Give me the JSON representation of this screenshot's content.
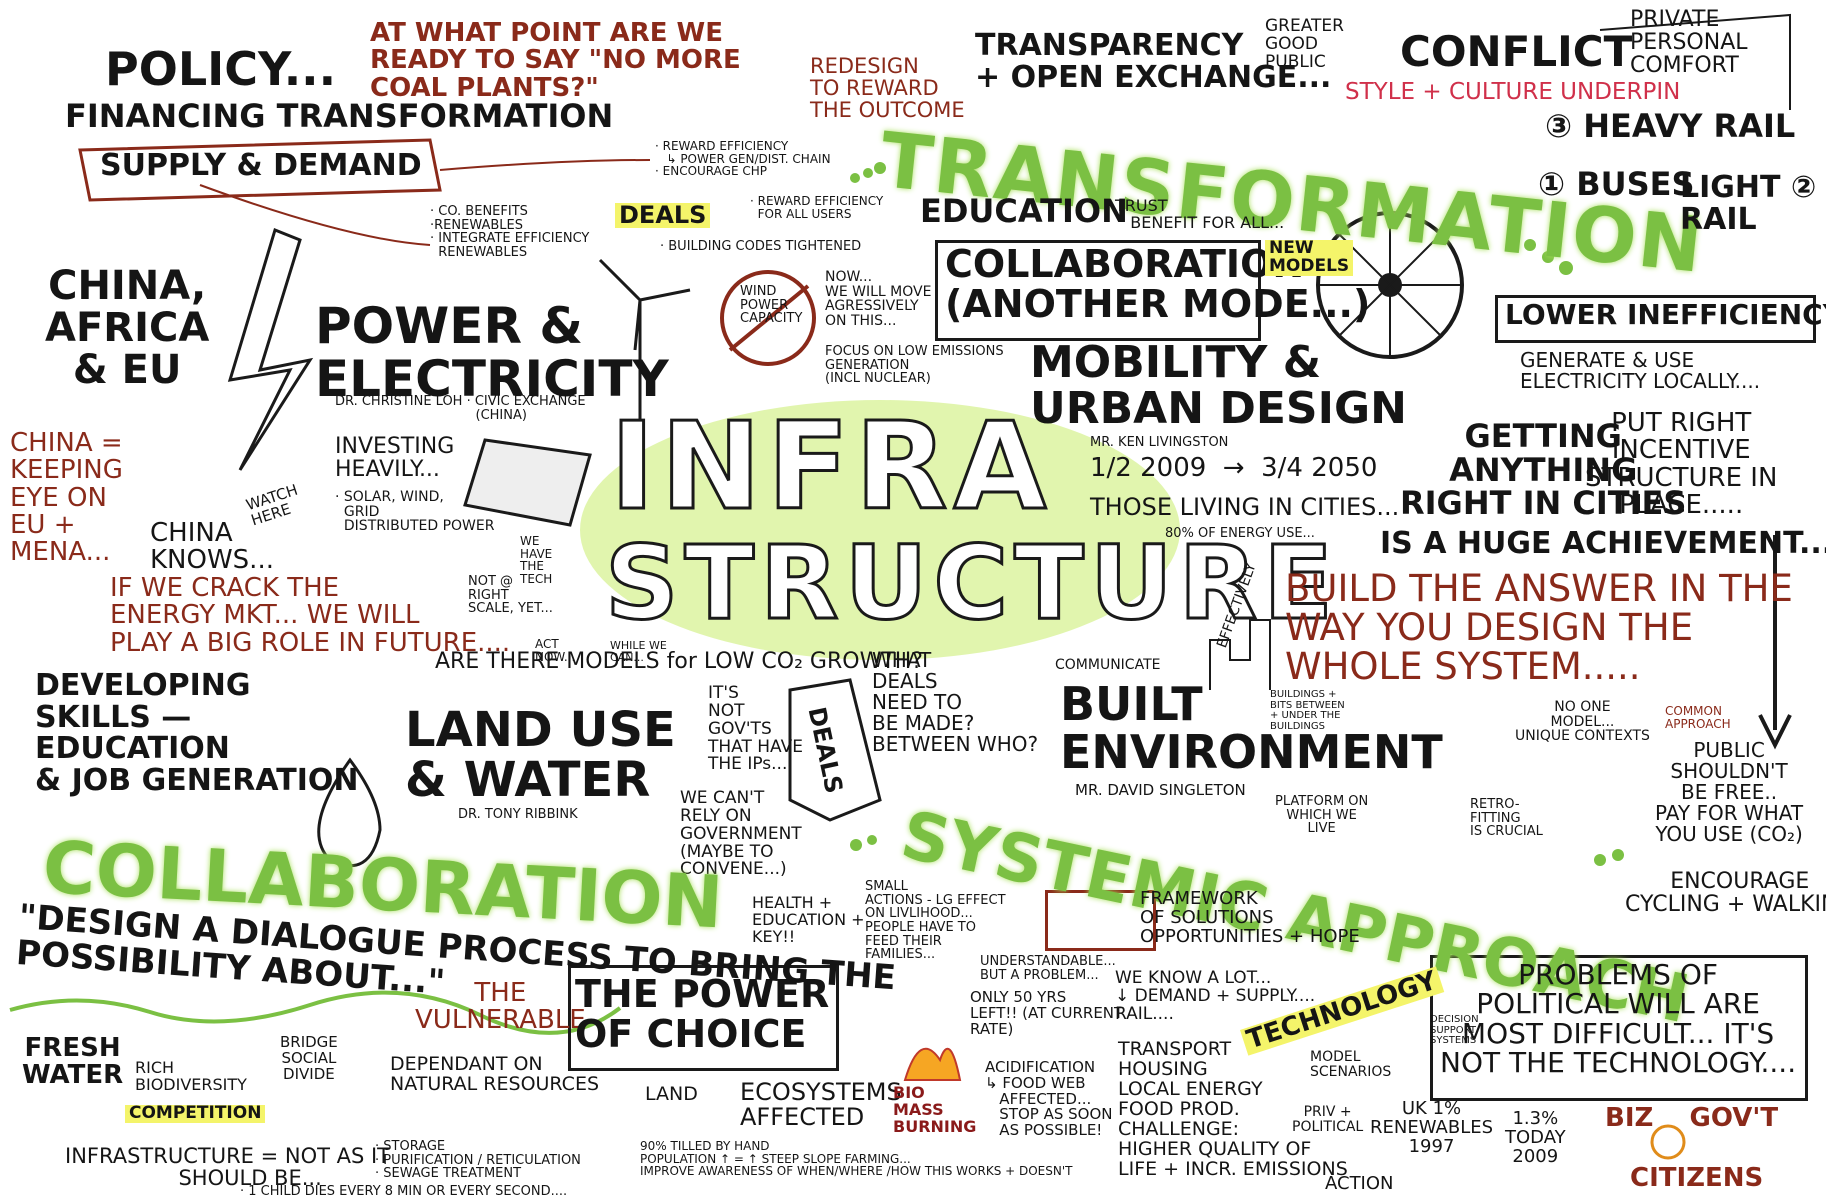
{
  "texts": {
    "policy": "POLICY...",
    "financing": "FINANCING TRANSFORMATION",
    "supply_demand": "SUPPLY & DEMAND",
    "at_what_point": "AT WHAT POINT ARE WE\nREADY TO SAY \"NO MORE\nCOAL PLANTS?\"",
    "redesign": "REDESIGN\nTO REWARD\nTHE OUTCOME",
    "reward_eff": "· REWARD EFFICIENCY\n   ↳ POWER GEN/DIST. CHAIN\n· ENCOURAGE CHP",
    "reward_eff_users": "· REWARD EFFICIENCY\n  FOR ALL USERS",
    "co_benefits": "· CO. BENEFITS\n·RENEWABLES\n· INTEGRATE EFFICIENCY\n  RENEWABLES",
    "deals_small": "DEALS",
    "building_codes": "· BUILDING CODES TIGHTENED",
    "transparency": "TRANSPARENCY\n+ OPEN EXCHANGE...",
    "greater_good": "GREATER\nGOOD\nPUBLIC",
    "conflict": "CONFLICT",
    "private_comfort": "PRIVATE\nPERSONAL\nCOMFORT",
    "style_culture": "STYLE + CULTURE UNDERPIN",
    "transformation": "TRANSFORMATION",
    "heavy_rail": "③ HEAVY RAIL",
    "buses": "① BUSES",
    "light_rail": "LIGHT ②\nRAIL",
    "education": "EDUCATION",
    "trust": "TRUST\n   BENEFIT FOR ALL...",
    "collaboration_box": "COLLABORATION\n(ANOTHER MODE...)",
    "new_models": "NEW\nMODELS",
    "lower_inefficiency": "LOWER INEFFICIENCY",
    "generate_use": "GENERATE & USE\nELECTRICITY LOCALLY....",
    "china_africa": "CHINA,\nAFRICA\n& EU",
    "power_electricity": "POWER &\nELECTRICITY",
    "dr_christine": "DR. CHRISTINE LOH · CIVIC EXCHANGE\n                                  (CHINA)",
    "wind_power": "WIND\nPOWER\nCAPACITY",
    "now_move": "NOW...\nWE WILL MOVE\nAGRESSIVELY\nON THIS...",
    "focus_low": "FOCUS ON LOW EMISSIONS\nGENERATION\n(INCL NUCLEAR)",
    "mobility": "MOBILITY &\nURBAN DESIGN",
    "ken": "MR. KEN LIVINGSTON",
    "half_2009": "1/2 2009  →  3/4 2050",
    "those_living": "THOSE LIVING IN CITIES...",
    "eighty_energy": "80% OF ENERGY USE...",
    "getting_anything": "GETTING\nANYTHING\nRIGHT IN CITIES",
    "put_right": "PUT RIGHT\nINCENTIVE\nSTRUCTURE IN\nPLACE.....",
    "huge": "IS A HUGE ACHIEVEMENT...",
    "china_keeping": "CHINA =\nKEEPING\nEYE ON\nEU +\nMENA...",
    "investing": "INVESTING\nHEAVILY...",
    "solar_wind": "· SOLAR, WIND,\n  GRID\n  DISTRIBUTED POWER",
    "watch_here": "WATCH\nHERE",
    "china_knows": "CHINA\nKNOWS...",
    "crack_energy": "IF WE CRACK THE\nENERGY MKT... WE WILL\nPLAY A BIG ROLE IN FUTURE....",
    "we_have_tech": "WE\nHAVE\nTHE\nTECH",
    "not_right_scale": "NOT @\nRIGHT\nSCALE, YET...",
    "act_now": "ACT\nNOW...",
    "while_we_can": "WHILE WE\nCAN...",
    "infra": "INFRA",
    "structure": "STRUCTURE",
    "build_answer": "BUILD THE ANSWER IN THE\nWAY YOU DESIGN THE\nWHOLE SYSTEM.....",
    "developing": "DEVELOPING\nSKILLS —\nEDUCATION\n& JOB GENERATION",
    "are_there_models": "ARE THERE MODELS for LOW CO₂ GROWTH?",
    "its_not_govts": "IT'S\nNOT\nGOV'TS\nTHAT HAVE\nTHE IPs...",
    "deals_tag": "DEALS",
    "what_deals": "WHAT\nDEALS\nNEED TO\nBE MADE?\nBETWEEN WHO?",
    "communicate": "COMMUNICATE",
    "effectively": "EFFECTIVELY",
    "built_env": "BUILT\nENVIRONMENT",
    "david": "MR. DAVID SINGLETON",
    "buildings_bits": "BUILDINGS +\nBITS BETWEEN\n+ UNDER THE\nBUILDINGS",
    "no_one_model": "NO ONE\nMODEL...\nUNIQUE CONTEXTS",
    "common_approach": "COMMON\nAPPROACH",
    "public_free": "PUBLIC\nSHOULDN'T\nBE FREE..\nPAY FOR WHAT\nYOU USE (CO₂)",
    "land_water": "LAND USE\n& WATER",
    "tony": "DR. TONY RIBBINK",
    "cant_rely": "WE CAN'T\nRELY ON\nGOVERNMENT\n(MAYBE TO\nCONVENE...)",
    "platform_on": "PLATFORM ON\nWHICH WE\nLIVE",
    "retrofitting": "RETRO-\nFITTING\nIS CRUCIAL",
    "collaboration_big": "COLLABORATION",
    "systemic": "SYSTEMIC APPROACH",
    "encourage_cycling": "ENCOURAGE\nCYCLING + WALKING",
    "design_dialogue": "\"DESIGN A DIALOGUE PROCESS TO BRING THE\nPOSSIBILITY ABOUT...\"",
    "health_edu": "HEALTH +\nEDUCATION +\nKEY!!",
    "small_actions": "SMALL\nACTIONS - LG EFFECT\nON LIVLIHOOD...\nPEOPLE HAVE TO\nFEED THEIR\nFAMILIES...",
    "framework": "FRAMEWORK\nOF SOLUTIONS\nOPPORTUNITIES + HOPE",
    "understandable": "UNDERSTANDABLE...\nBUT A PROBLEM...",
    "only_50": "ONLY 50 YRS\nLEFT!! (AT CURRENT\nRATE)",
    "the_vulnerable": "THE\nVULNERABLE",
    "power_choice": "THE POWER\nOF CHOICE",
    "we_know": "WE KNOW A LOT...\n↓ DEMAND + SUPPLY....\nRAIL....",
    "technology": "TECHNOLOGY",
    "decision_support": "DECISION\nSUPPORT\nSYSTEMS",
    "model_scenarios": "MODEL\nSCENARIOS",
    "transport_list": "TRANSPORT\nHOUSING\nLOCAL ENERGY\nFOOD PROD.\nCHALLENGE:\nHIGHER QUALITY OF\nLIFE + INCR. EMISSIONS",
    "problems": "PROBLEMS OF\nPOLITICAL WILL ARE\nMOST DIFFICULT... IT'S\nNOT THE TECHNOLOGY....",
    "fresh_water": "FRESH\nWATER",
    "rich_bio": "RICH\nBIODIVERSITY",
    "competition": "COMPETITION",
    "bridge_social": "BRIDGE\nSOCIAL\nDIVIDE",
    "dependant": "DEPENDANT ON\nNATURAL RESOURCES",
    "land": "LAND",
    "ecosystems": "ECOSYSTEMS\nAFFECTED",
    "bio_mass": "BIO\nMASS\nBURNING",
    "acidification": "ACIDIFICATION\n↳ FOOD WEB\n   AFFECTED...\n   STOP AS SOON\n   AS POSSIBLE!",
    "priv_political": "PRIV +\nPOLITICAL",
    "uk_renewables": "UK 1%\nRENEWABLES\n1997",
    "today_2009": "1.3%\nTODAY\n2009",
    "action": "ACTION",
    "biz_govt": "BIZ    GOV'T",
    "citizens": "CITIZENS",
    "infrastructure": "INFRASTRUCTURE = NOT AS IT\n                 SHOULD BE...",
    "storage": "· STORAGE\n· PURIFICATION / RETICULATION\n· SEWAGE TREATMENT",
    "child_dies": "· 1 CHILD DIES EVERY 8 MIN OR EVERY SECOND....",
    "tilled": "90% TILLED BY HAND\nPOPULATION ↑ = ↑ STEEP SLOPE FARMING...\nIMPROVE AWARENESS OF WHEN/WHERE /HOW THIS WORKS + DOESN'T"
  },
  "colors": {
    "ink": "#1a1a1a",
    "brown": "#8a2a1a",
    "green": "#7bc043",
    "yellow": "#f4f46a"
  }
}
